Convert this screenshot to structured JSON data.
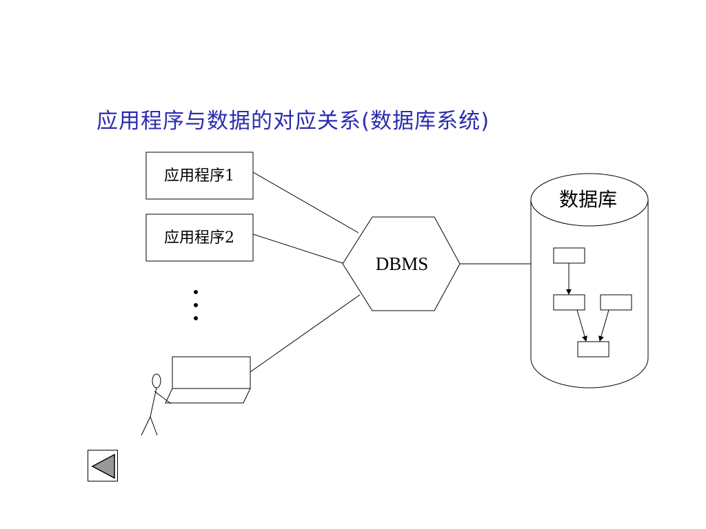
{
  "title": "应用程序与数据的对应关系(数据库系统)",
  "app1_label": "应用程序1",
  "app2_label": "应用程序2",
  "dbms_label": "DBMS",
  "database_label": "数据库",
  "colors": {
    "title": "#2b2bb0",
    "stroke": "#000000",
    "nav_fill": "#999999"
  },
  "nav": {
    "back_icon": "triangle-left-icon"
  }
}
